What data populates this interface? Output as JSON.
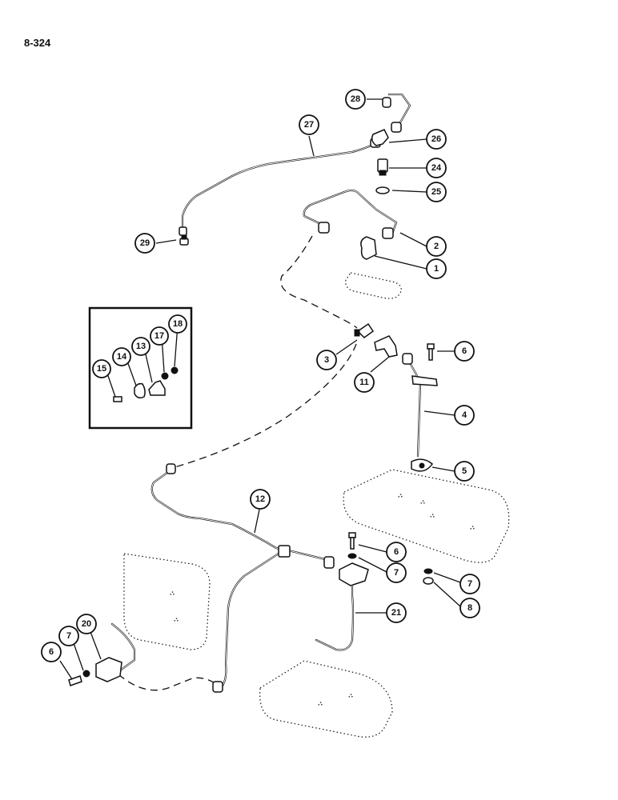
{
  "page_number": "8-324",
  "callouts": {
    "c28": "28",
    "c27": "27",
    "c26": "26",
    "c24": "24",
    "c25": "25",
    "c29": "29",
    "c2": "2",
    "c1": "1",
    "c3": "3",
    "c11": "11",
    "c6a": "6",
    "c4": "4",
    "c5": "5",
    "c12": "12",
    "c6b": "6",
    "c7a": "7",
    "c21": "21",
    "c7b": "7",
    "c8": "8",
    "c6c": "6",
    "c7c": "7",
    "c20": "20",
    "c15": "15",
    "c14": "14",
    "c13": "13",
    "c17": "17",
    "c18": "18"
  }
}
